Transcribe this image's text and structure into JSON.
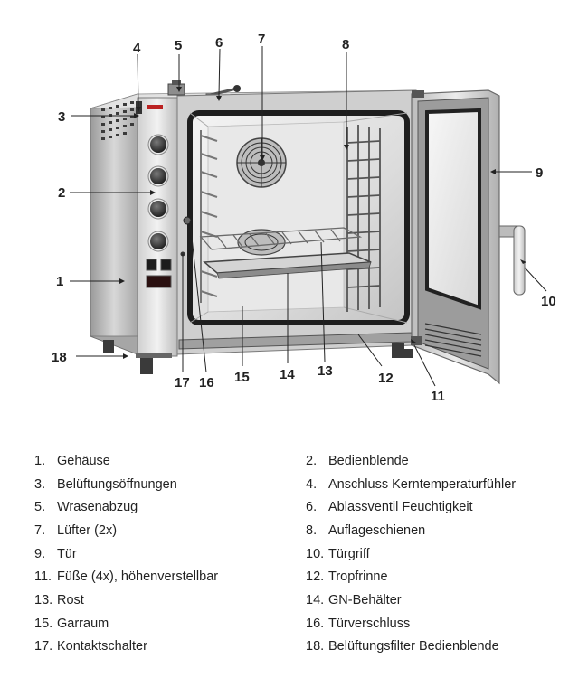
{
  "callouts": [
    "1",
    "2",
    "3",
    "4",
    "5",
    "6",
    "7",
    "8",
    "9",
    "10",
    "11",
    "12",
    "13",
    "14",
    "15",
    "16",
    "17",
    "18"
  ],
  "legend": {
    "items": [
      {
        "num": "1.",
        "label": "Gehäuse"
      },
      {
        "num": "2.",
        "label": "Bedienblende"
      },
      {
        "num": "3.",
        "label": "Belüftungsöffnungen"
      },
      {
        "num": "4.",
        "label": "Anschluss Kerntemperaturfühler"
      },
      {
        "num": "5.",
        "label": "Wrasenabzug"
      },
      {
        "num": "6.",
        "label": "Ablassventil Feuchtigkeit"
      },
      {
        "num": "7.",
        "label": "Lüfter (2x)"
      },
      {
        "num": "8.",
        "label": "Auflageschienen"
      },
      {
        "num": "9.",
        "label": "Tür"
      },
      {
        "num": "10.",
        "label": "Türgriff"
      },
      {
        "num": "11.",
        "label": "Füße (4x), höhenverstellbar"
      },
      {
        "num": "12.",
        "label": "Tropfrinne"
      },
      {
        "num": "13.",
        "label": "Rost"
      },
      {
        "num": "14.",
        "label": "GN-Behälter"
      },
      {
        "num": "15.",
        "label": "Garraum"
      },
      {
        "num": "16.",
        "label": "Türverschluss"
      },
      {
        "num": "17.",
        "label": "Kontaktschalter"
      },
      {
        "num": "18.",
        "label": "Belüftungsfilter Bedienblende"
      }
    ]
  },
  "colors": {
    "steel_light": "#e4e4e4",
    "steel_mid": "#b9b9b9",
    "steel_dark": "#7d7d7d",
    "gasket": "#1e1e1e",
    "text": "#222222"
  }
}
